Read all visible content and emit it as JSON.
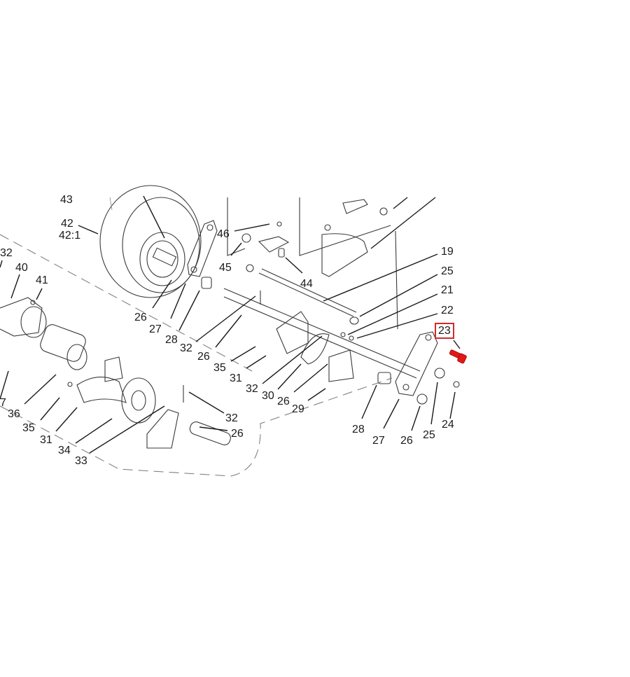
{
  "diagram": {
    "title": "",
    "type": "exploded-parts-diagram",
    "highlighted_part": "23",
    "highlight_color": "#d62828",
    "part_color": "#e01818"
  },
  "callouts": {
    "c43": "43",
    "c42": "42",
    "c42_1": "42:1",
    "c32_top": "32",
    "c40": "40",
    "c41": "41",
    "c46": "46",
    "c45": "45",
    "c44": "44",
    "c19": "19",
    "c25_top": "25",
    "c21": "21",
    "c22": "22",
    "c23": "23",
    "c26_wheel": "26",
    "c27_left": "27",
    "c28_left": "28",
    "c32_mid": "32",
    "c26_mid": "26",
    "c35_mid": "35",
    "c31_mid": "31",
    "c32_lower": "32",
    "c30": "30",
    "c26_lower": "26",
    "c29": "29",
    "c28_right": "28",
    "c27_right": "27",
    "c26_right": "26",
    "c25_right": "25",
    "c24": "24",
    "c36": "36",
    "c35_left": "35",
    "c31_left": "31",
    "c34": "34",
    "c33": "33",
    "c32_inset": "32",
    "c26_inset": "26",
    "c37_partial": "7"
  }
}
